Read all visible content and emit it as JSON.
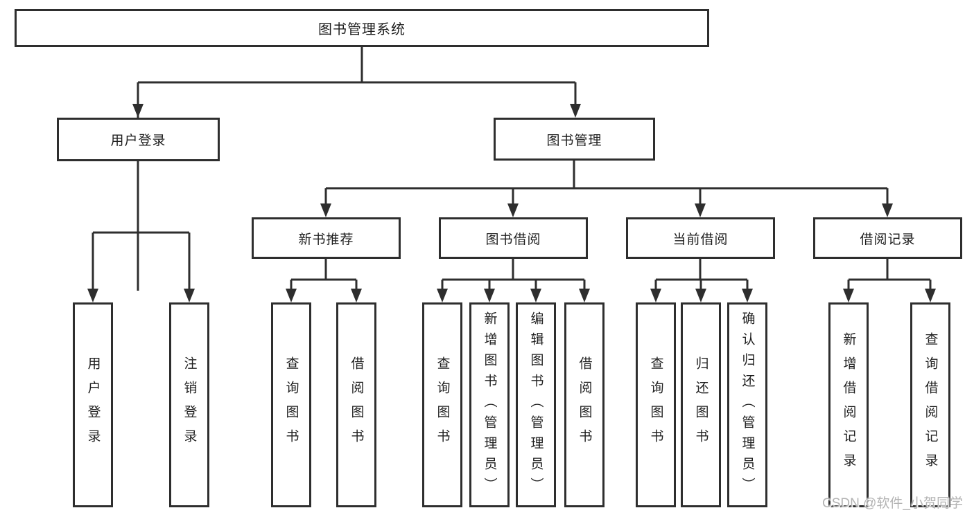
{
  "diagram": {
    "type": "hierarchy-tree",
    "colors": {
      "line": "#2e2e2e",
      "box_border": "#2e2e2e",
      "box_fill": "#ffffff",
      "text": "#1e1e1e",
      "background": "#ffffff",
      "watermark_text": "#b3b3b3"
    },
    "tree": {
      "root": {
        "label": "图书管理系统",
        "user_login": {
          "label": "用户登录",
          "login": {
            "label": "用户登录"
          },
          "logout": {
            "label": "注销登录"
          }
        },
        "book_mgmt": {
          "label": "图书管理",
          "new_book_rec": {
            "label": "新书推荐",
            "query_book": {
              "label": "查询图书"
            },
            "borrow_book": {
              "label": "借阅图书"
            }
          },
          "book_borrow": {
            "label": "图书借阅",
            "query_book": {
              "label": "查询图书"
            },
            "add_book": {
              "label": "新增图书（管理员）"
            },
            "edit_book": {
              "label": "编辑图书（管理员）"
            },
            "borrow_book": {
              "label": "借阅图书"
            }
          },
          "current_borrow": {
            "label": "当前借阅",
            "query_book": {
              "label": "查询图书"
            },
            "return_book": {
              "label": "归还图书"
            },
            "confirm_return": {
              "label": "确认归还（管理员）"
            }
          },
          "borrow_records": {
            "label": "借阅记录",
            "add_record": {
              "label": "新增借阅记录"
            },
            "query_record": {
              "label": "查询借阅记录"
            }
          }
        }
      }
    },
    "watermark": "CSDN @软件_小贺同学"
  }
}
